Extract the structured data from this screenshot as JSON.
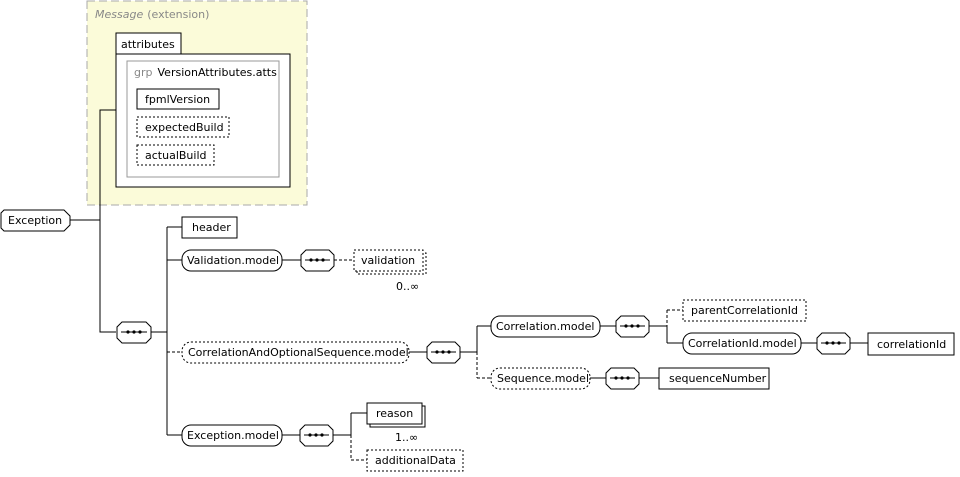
{
  "extension": {
    "title": "Message",
    "subtitle": "(extension)"
  },
  "attributes": {
    "title": "attributes"
  },
  "attr_group": {
    "prefix": "grp",
    "name": "VersionAttributes.atts"
  },
  "attrs": {
    "fpml_version": "fpmlVersion",
    "expected_build": "expectedBuild",
    "actual_build": "actualBuild"
  },
  "root": {
    "name": "Exception"
  },
  "elements": {
    "header": "header",
    "validation_model": "Validation.model",
    "validation": "validation",
    "validation_card": "0..∞",
    "correlation_opt_seq": "CorrelationAndOptionalSequence.model",
    "correlation_model": "Correlation.model",
    "parent_correlation_id": "parentCorrelationId",
    "correlation_id_model": "CorrelationId.model",
    "correlation_id": "correlationId",
    "sequence_model": "Sequence.model",
    "sequence_number": "sequenceNumber",
    "exception_model": "Exception.model",
    "reason": "reason",
    "reason_card": "1..∞",
    "additional_data": "additionalData"
  },
  "colors": {
    "extension_fill": "#fbfbd9",
    "extension_border": "#aaaaaa"
  }
}
